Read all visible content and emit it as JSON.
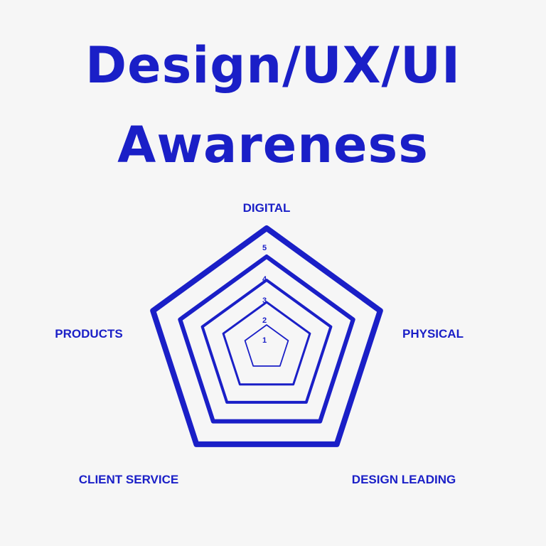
{
  "title": {
    "line1": "Design/UX/UI",
    "line2": "Awareness"
  },
  "colors": {
    "primary": "#1a1fc7",
    "background": "#f6f6f6"
  },
  "diagram": {
    "axes": [
      "DIGITAL",
      "PHYSICAL",
      "DESIGN LEADING",
      "CLIENT SERVICE",
      "PRODUCTS"
    ],
    "levels": [
      "1",
      "2",
      "3",
      "4",
      "5"
    ]
  }
}
